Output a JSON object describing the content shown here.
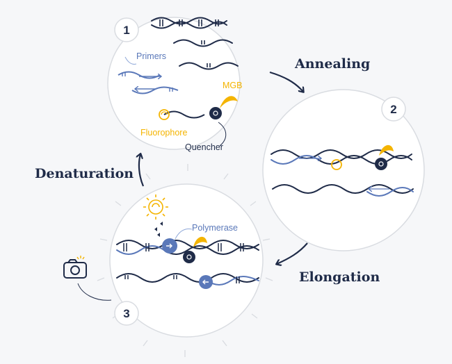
{
  "labels": {
    "annealing": "Annealing",
    "elongation": "Elongation",
    "denaturation": "Denaturation",
    "primers": "Primers",
    "mgb": "MGB",
    "fluorophore": "Fluorophore",
    "quencher": "Quencher",
    "polymerase": "Polymerase"
  },
  "steps": [
    {
      "number": "1"
    },
    {
      "number": "2"
    },
    {
      "number": "3"
    }
  ],
  "colors": {
    "navy": "#1f2b48",
    "dna_blue": "#5a78b9",
    "light_blue": "#8fa8d8",
    "yellow": "#f4b400",
    "circle_stroke": "#d9dce1",
    "background": "#f6f7f9"
  },
  "icons": [
    "camera-icon",
    "light-burst-icon",
    "arrow-icon"
  ]
}
